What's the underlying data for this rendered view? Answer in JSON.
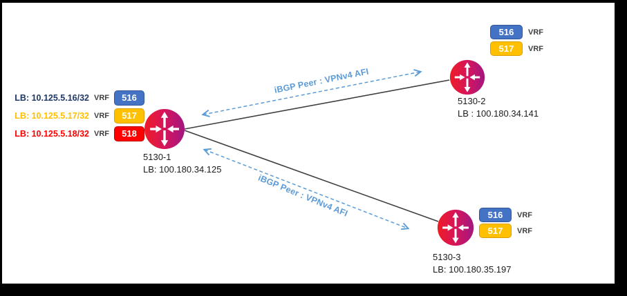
{
  "routers": {
    "r1": {
      "name": "5130-1",
      "loopback": "LB: 100.180.34.125",
      "vrf_rows": [
        {
          "loopback": "LB: 10.125.5.16/32",
          "label": "VRF",
          "id": "516"
        },
        {
          "loopback": "LB: 10.125.5.17/32",
          "label": "VRF",
          "id": "517"
        },
        {
          "loopback": "LB: 10.125.5.18/32",
          "label": "VRF",
          "id": "518"
        }
      ]
    },
    "r2": {
      "name": "5130-2",
      "loopback": "LB : 100.180.34.141",
      "vrf_rows": [
        {
          "id": "516",
          "label": "VRF"
        },
        {
          "id": "517",
          "label": "VRF"
        }
      ]
    },
    "r3": {
      "name": "5130-3",
      "loopback": "LB: 100.180.35.197",
      "vrf_rows": [
        {
          "id": "516",
          "label": "VRF"
        },
        {
          "id": "517",
          "label": "VRF"
        }
      ]
    }
  },
  "links": {
    "r1_r2": {
      "label": "iBGP Peer : VPNv4 AFI"
    },
    "r1_r3": {
      "label": "iBGP Peer : VPNv4 AFI"
    }
  },
  "colors": {
    "badge_blue": "#4472C4",
    "badge_blue_border": "#2F5597",
    "badge_orange": "#FFC000",
    "badge_red": "#FF0000",
    "loopback_navy_text": "#1F3864",
    "loopback_orange_text": "#FFC000",
    "loopback_red_text": "#FF0000",
    "ibgp_arrow_blue": "#5B9BD5",
    "link_line": "#3f3f3f",
    "router_gradient_left": "#EE1C25",
    "router_gradient_right": "#A21780",
    "frame_border": "#000000"
  }
}
